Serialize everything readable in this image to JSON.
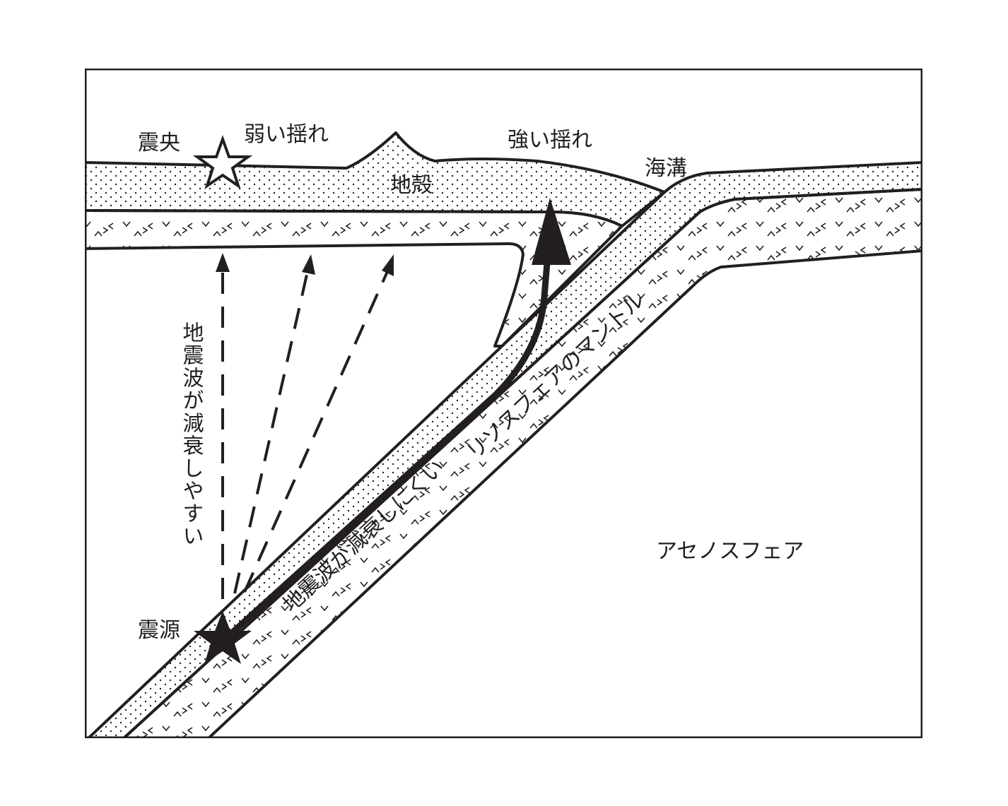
{
  "labels": {
    "epicenter": "震央",
    "weak_shaking": "弱い揺れ",
    "strong_shaking": "強い揺れ",
    "trench": "海溝",
    "crust": "地殻",
    "attenuates_easily": "地震波が減衰しやすい",
    "hypocenter": "震源",
    "attenuates_less": "地震波が減衰しにくい",
    "lithosphere_mantle": "リソスフェアのマントル",
    "asthenosphere": "アセノスフェア"
  },
  "colors": {
    "ink": "#231f20",
    "background": "#ffffff"
  }
}
